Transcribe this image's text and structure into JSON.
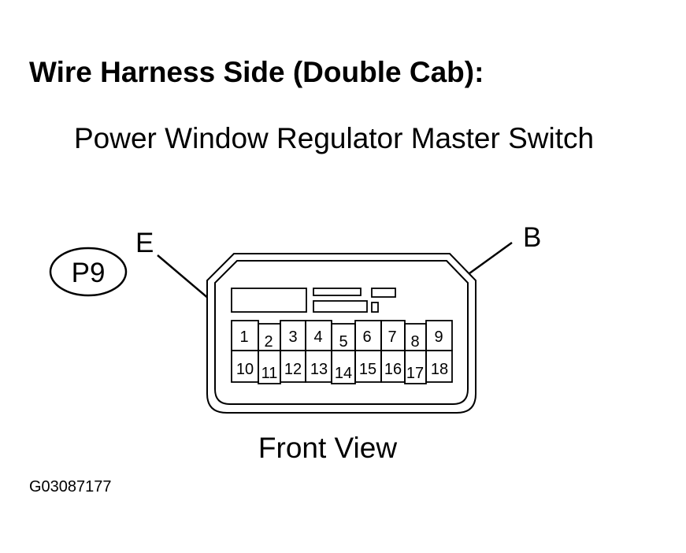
{
  "title": "Wire Harness Side (Double Cab):",
  "subtitle": "Power Window Regulator Master Switch",
  "connector_id": "P9",
  "callouts": {
    "left": "E",
    "right": "B"
  },
  "pins": {
    "top_row": [
      "1",
      "2",
      "3",
      "4",
      "5",
      "6",
      "7",
      "8",
      "9"
    ],
    "bottom_row": [
      "10",
      "11",
      "12",
      "13",
      "14",
      "15",
      "16",
      "17",
      "18"
    ]
  },
  "view_label": "Front View",
  "figure_code": "G03087177"
}
